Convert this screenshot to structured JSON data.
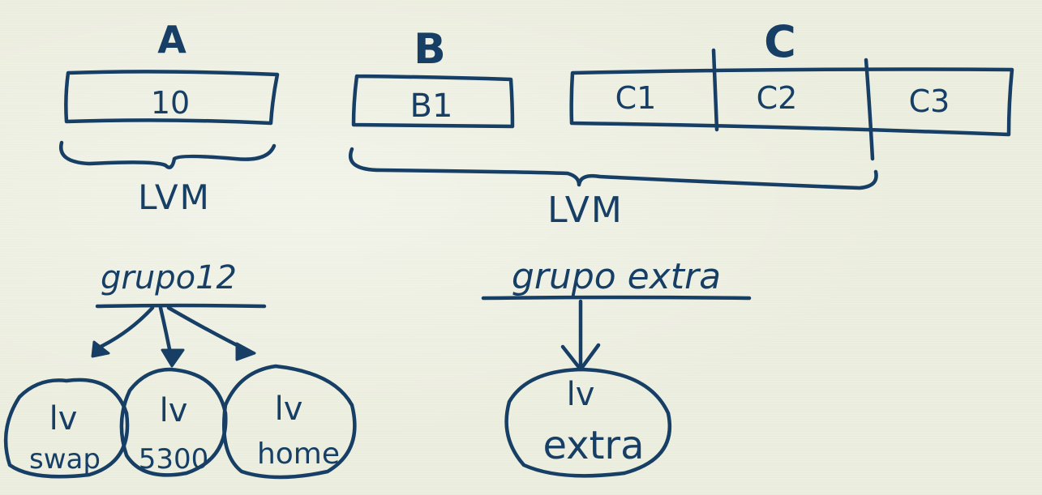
{
  "disks": {
    "a": {
      "label": "A",
      "partitions": [
        "10"
      ]
    },
    "b": {
      "label": "B",
      "partitions": [
        "B1"
      ]
    },
    "c": {
      "label": "C",
      "partitions": [
        "C1",
        "C2",
        "C3"
      ]
    }
  },
  "lvm": {
    "left": {
      "label": "LVM"
    },
    "right": {
      "label": "LVM"
    }
  },
  "volume_groups": {
    "left": {
      "name": "grupo12",
      "logical_volumes": [
        {
          "line1": "lv",
          "line2": "swap"
        },
        {
          "line1": "lv",
          "line2": "5300"
        },
        {
          "line1": "lv",
          "line2": "home"
        }
      ]
    },
    "right": {
      "name": "grupo extra",
      "logical_volumes": [
        {
          "line1": "lv",
          "line2": "extra"
        }
      ]
    }
  },
  "colors": {
    "ink": "#173f66",
    "paper": "#eceedf"
  }
}
